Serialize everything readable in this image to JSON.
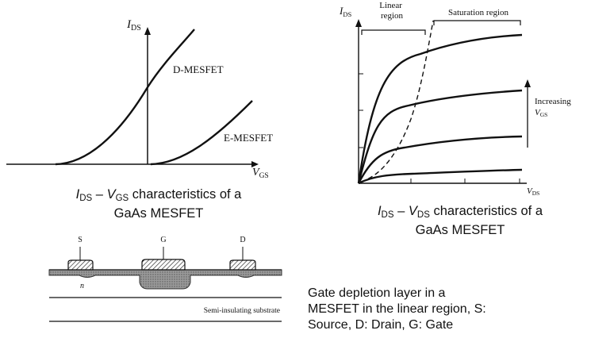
{
  "chart_data": [
    {
      "type": "line",
      "title": "",
      "xlabel": "V_GS",
      "ylabel": "I_DS",
      "series": [
        {
          "name": "D-MESFET",
          "points": [
            [
              -1.0,
              0.0
            ],
            [
              -0.7,
              0.02
            ],
            [
              -0.4,
              0.12
            ],
            [
              -0.1,
              0.3
            ],
            [
              0.2,
              0.55
            ],
            [
              0.5,
              0.86
            ],
            [
              0.7,
              1.08
            ]
          ]
        },
        {
          "name": "E-MESFET",
          "points": [
            [
              0.0,
              0.0
            ],
            [
              0.2,
              0.03
            ],
            [
              0.4,
              0.1
            ],
            [
              0.6,
              0.22
            ],
            [
              0.8,
              0.38
            ],
            [
              1.0,
              0.52
            ]
          ]
        }
      ],
      "grid": false
    },
    {
      "type": "line",
      "title": "",
      "xlabel": "V_DS",
      "ylabel": "I_DS",
      "series": [
        {
          "values": [
            [
              0,
              0
            ],
            [
              0.3,
              0.62
            ],
            [
              0.7,
              0.8
            ],
            [
              2.0,
              0.9
            ]
          ]
        },
        {
          "values": [
            [
              0,
              0
            ],
            [
              0.3,
              0.45
            ],
            [
              0.7,
              0.57
            ],
            [
              2.0,
              0.65
            ]
          ]
        },
        {
          "values": [
            [
              0,
              0
            ],
            [
              0.3,
              0.27
            ],
            [
              0.7,
              0.36
            ],
            [
              2.0,
              0.42
            ]
          ]
        },
        {
          "values": [
            [
              0,
              0
            ],
            [
              0.3,
              0.1
            ],
            [
              0.7,
              0.13
            ],
            [
              2.0,
              0.15
            ]
          ]
        }
      ],
      "grid": false
    }
  ],
  "left_chart": {
    "ylabel_main": "I",
    "ylabel_sub": "DS",
    "xlabel_main": "V",
    "xlabel_sub": "GS",
    "series_label_d": "D-MESFET",
    "series_label_e": "E-MESFET"
  },
  "right_chart": {
    "ylabel_main": "I",
    "ylabel_sub": "DS",
    "xlabel_main": "V",
    "xlabel_sub": "DS",
    "linear_region_line1": "Linear",
    "linear_region_line2": "region",
    "saturation_region": "Saturation region",
    "increasing_line1": "Increasing",
    "increasing_vgs_main": "V",
    "increasing_vgs_sub": "GS"
  },
  "cross_section": {
    "source_label": "S",
    "gate_label": "G",
    "drain_label": "D",
    "channel_label": "n",
    "substrate_label": "Semi-insulating substrate"
  },
  "captions": {
    "cap1": {
      "i1": "I",
      "s1": "DS",
      "dash": " – ",
      "i2": "V",
      "s2": "GS",
      "rest": " characteristics of a",
      "line2": "GaAs MESFET"
    },
    "cap2": {
      "i1": "I",
      "s1": "DS",
      "dash": " – ",
      "i2": "V",
      "s2": "DS",
      "rest": " characteristics of a",
      "line2": "GaAs MESFET"
    },
    "cap3_line1": "Gate depletion layer in a",
    "cap3_line2": "MESFET in the linear region, S:",
    "cap3_line3": "Source, D: Drain, G: Gate"
  }
}
